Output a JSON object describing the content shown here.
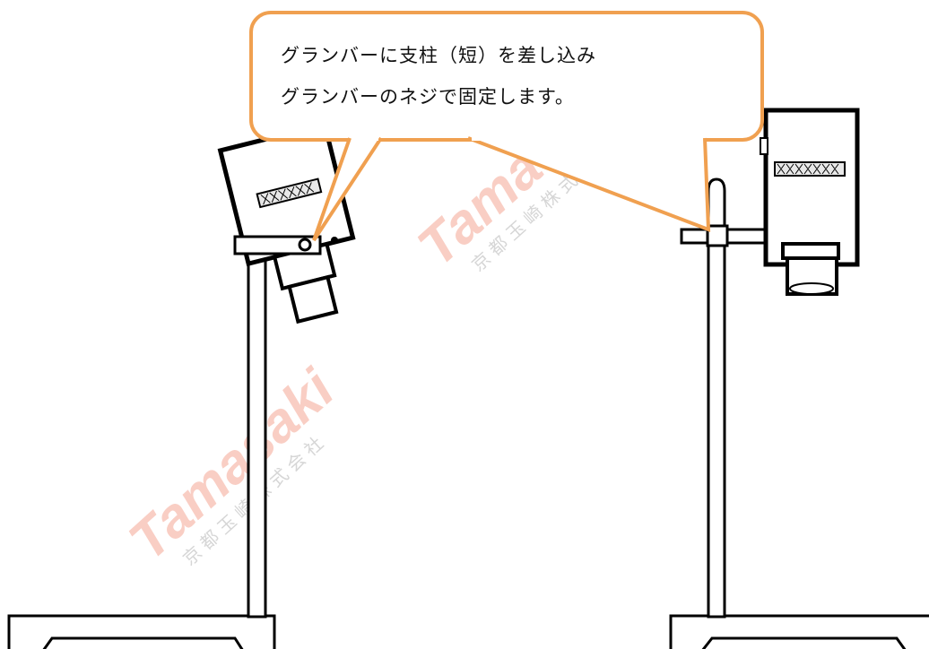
{
  "callout": {
    "line1": "グランバーに支柱（短）を差し込み",
    "line2": "グランバーのネジで固定します。"
  },
  "colors": {
    "callout_border": "#F0A050",
    "outline": "#000000",
    "watermark_logo": "#E8502A",
    "watermark_text": "#B5B5B5"
  },
  "watermark": {
    "logo": "Tamasaki",
    "subtitle": "京都玉崎株式会社"
  }
}
